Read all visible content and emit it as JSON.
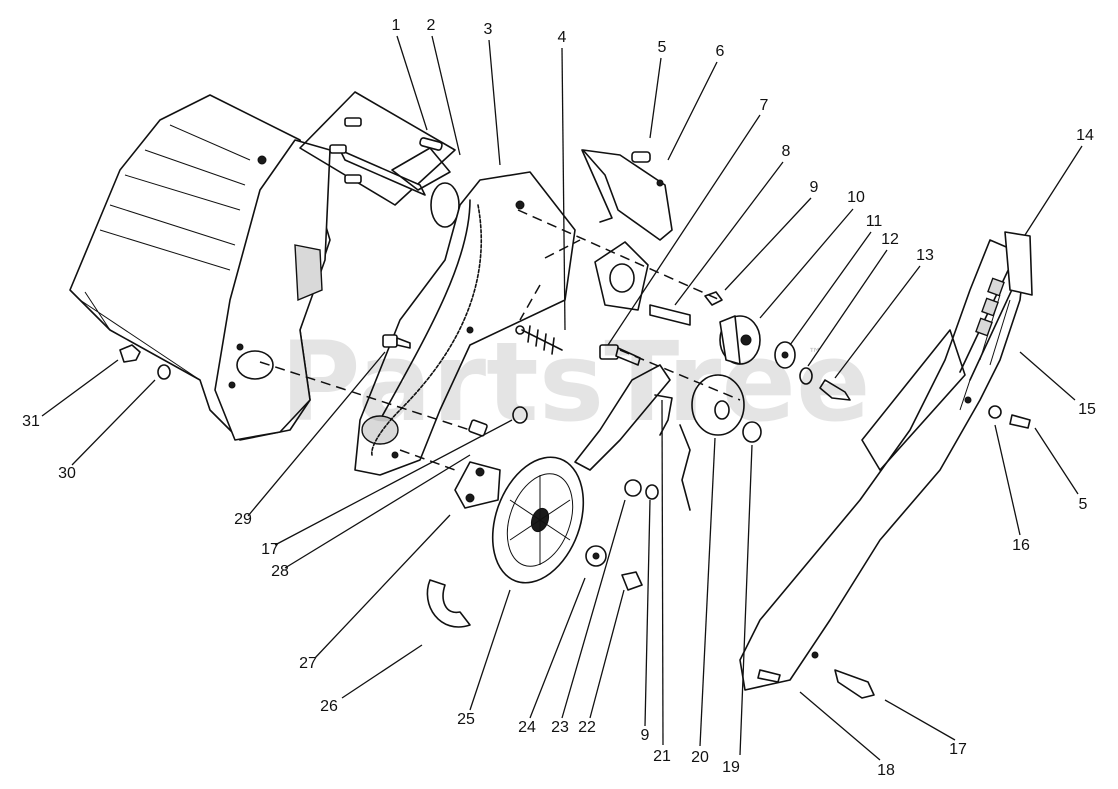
{
  "watermark": {
    "text": "PartsTree",
    "trademark": "™"
  },
  "callouts": [
    {
      "id": "c1",
      "text": "1"
    },
    {
      "id": "c2",
      "text": "2"
    },
    {
      "id": "c3",
      "text": "3"
    },
    {
      "id": "c4",
      "text": "4"
    },
    {
      "id": "c5a",
      "text": "5"
    },
    {
      "id": "c6",
      "text": "6"
    },
    {
      "id": "c7",
      "text": "7"
    },
    {
      "id": "c8",
      "text": "8"
    },
    {
      "id": "c9a",
      "text": "9"
    },
    {
      "id": "c10",
      "text": "10"
    },
    {
      "id": "c11",
      "text": "11"
    },
    {
      "id": "c12",
      "text": "12"
    },
    {
      "id": "c13",
      "text": "13"
    },
    {
      "id": "c14",
      "text": "14"
    },
    {
      "id": "c15",
      "text": "15"
    },
    {
      "id": "c5b",
      "text": "5"
    },
    {
      "id": "c16",
      "text": "16"
    },
    {
      "id": "c17a",
      "text": "17"
    },
    {
      "id": "c18",
      "text": "18"
    },
    {
      "id": "c19",
      "text": "19"
    },
    {
      "id": "c20",
      "text": "20"
    },
    {
      "id": "c21",
      "text": "21"
    },
    {
      "id": "c9b",
      "text": "9"
    },
    {
      "id": "c22",
      "text": "22"
    },
    {
      "id": "c23",
      "text": "23"
    },
    {
      "id": "c24",
      "text": "24"
    },
    {
      "id": "c25",
      "text": "25"
    },
    {
      "id": "c26",
      "text": "26"
    },
    {
      "id": "c27",
      "text": "27"
    },
    {
      "id": "c28",
      "text": "28"
    },
    {
      "id": "c17b",
      "text": "17"
    },
    {
      "id": "c29",
      "text": "29"
    },
    {
      "id": "c30",
      "text": "30"
    },
    {
      "id": "c31",
      "text": "31"
    }
  ]
}
